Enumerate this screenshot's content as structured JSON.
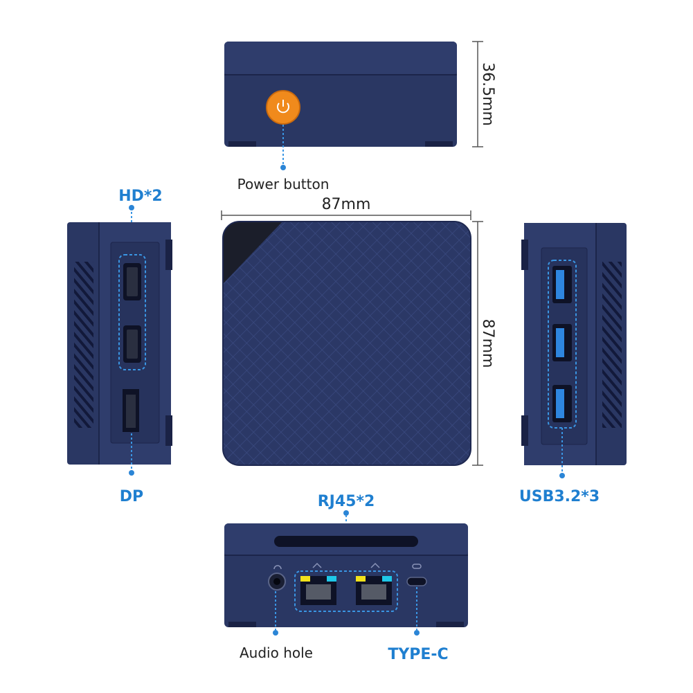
{
  "labels": {
    "power_button": "Power button",
    "hd": "HD*2",
    "dp": "DP",
    "usb": "USB3.2*3",
    "rj45": "RJ45*2",
    "audio": "Audio hole",
    "typec": "TYPE-C"
  },
  "dimensions": {
    "height": "36.5mm",
    "width": "87mm",
    "depth": "87mm"
  },
  "colors": {
    "body": "#2a3763",
    "body_dark": "#1e2a4f",
    "accent": "#1f7fd0",
    "power": "#f08a1c",
    "usb_port": "#2e86e0",
    "lan_led": "#1ec8e8",
    "lan_led2": "#f2e21a"
  },
  "icons": [
    "power-icon",
    "headphone-icon",
    "network-icon",
    "usb-c-icon"
  ]
}
